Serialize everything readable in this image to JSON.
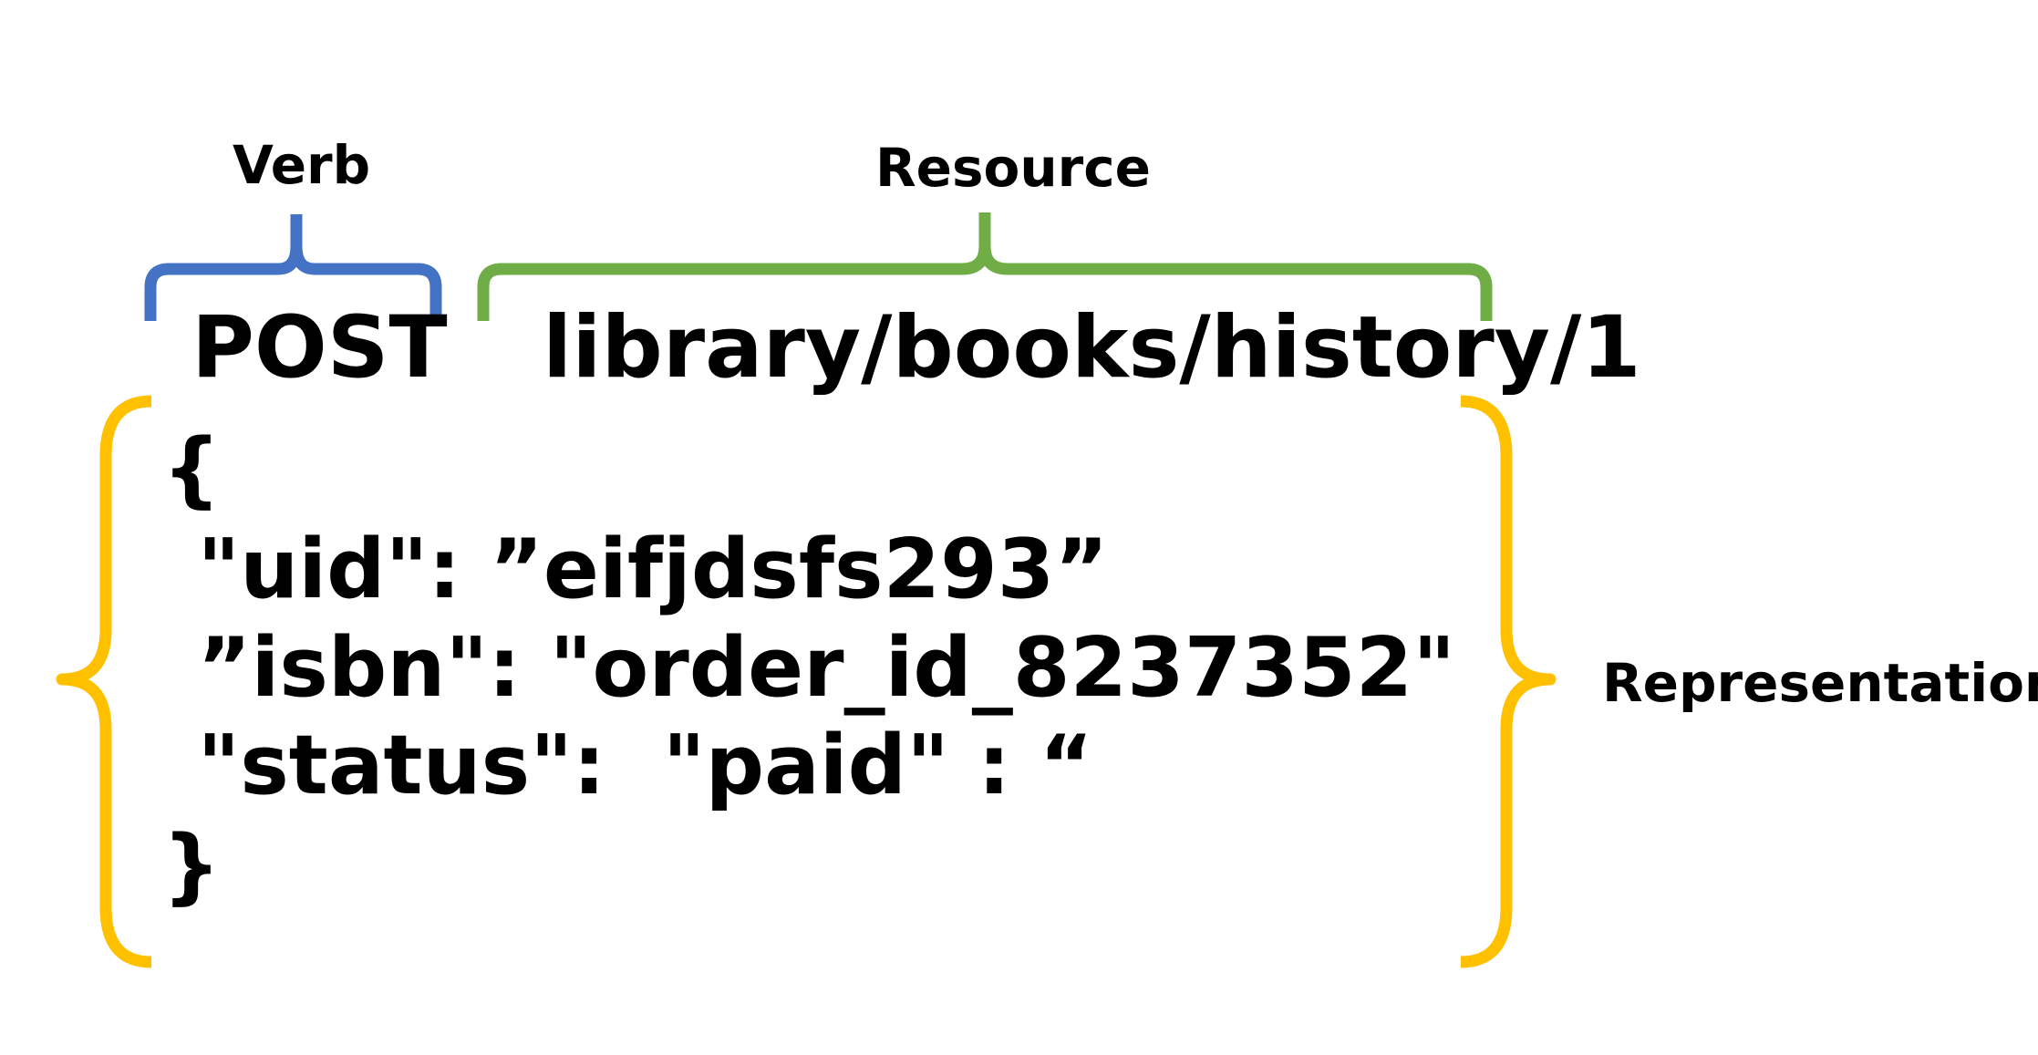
{
  "verb": {
    "label": "Verb",
    "value": "POST",
    "color": "#4472C4"
  },
  "resource": {
    "label": "Resource",
    "value": "library/books/history/1",
    "color": "#70AD47"
  },
  "representation": {
    "label": "Representation",
    "color": "#FFC000",
    "lines": [
      "{",
      " \"uid\": ”eifjdsfs293”",
      " ”isbn\": \"order_id_8237352\"",
      " \"status\":  \"paid\" : “",
      "}"
    ]
  }
}
